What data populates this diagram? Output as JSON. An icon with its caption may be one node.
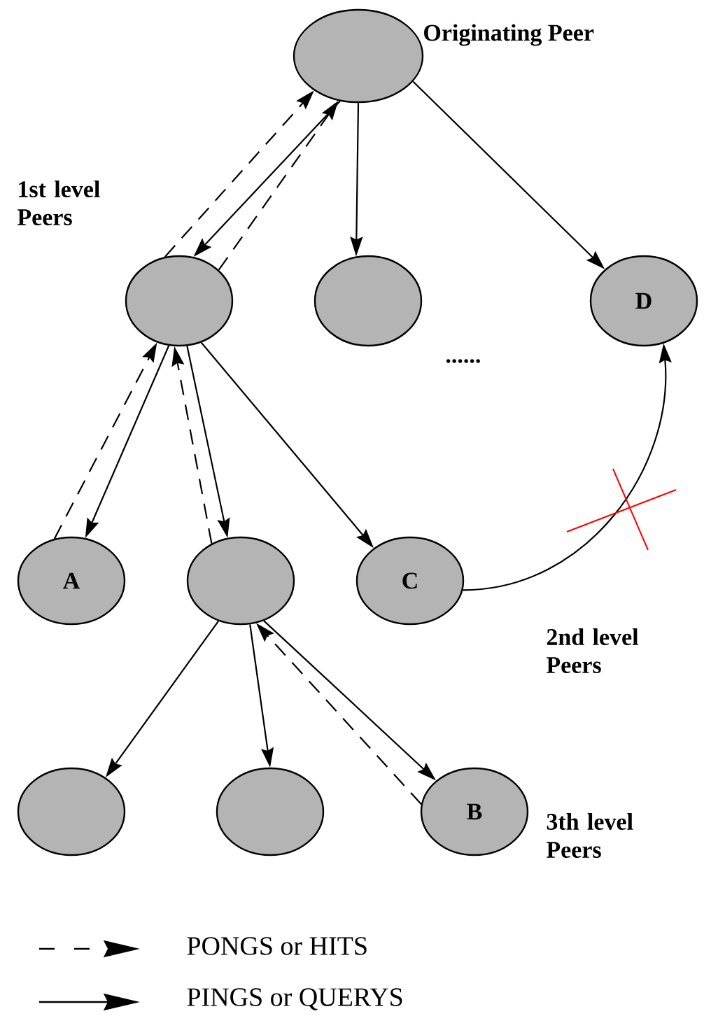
{
  "diagram": {
    "nodes": [
      {
        "text": [],
        "shape": "circle",
        "beside": [
          "Originating Peer"
        ]
      },
      {
        "text": [],
        "shape": "circle"
      },
      {
        "text": [],
        "shape": "circle"
      },
      {
        "text": [
          "D"
        ]
      },
      {
        "text": [
          "A"
        ]
      },
      {
        "text": [],
        "shape": "circle"
      },
      {
        "text": [
          "C"
        ]
      },
      {
        "text": [],
        "shape": "circle"
      },
      {
        "text": [],
        "shape": "circle"
      },
      {
        "text": [
          "B"
        ]
      }
    ],
    "edges": [
      {
        "from": 0,
        "to": 1,
        "arrow": "to"
      },
      {
        "from": 1,
        "to": 0,
        "arrow": "to",
        "style": "dashed"
      },
      {
        "from": 1,
        "to": 0,
        "arrow": "to",
        "style": "dashed"
      },
      {
        "from": 0,
        "to": 2,
        "arrow": "to"
      },
      {
        "from": 0,
        "to": 3,
        "arrow": "to"
      },
      {
        "from": 1,
        "to": 4,
        "arrow": "to"
      },
      {
        "from": 4,
        "to": 1,
        "arrow": "to",
        "style": "dashed"
      },
      {
        "from": 5,
        "to": 1,
        "arrow": "to",
        "style": "dashed"
      },
      {
        "from": 1,
        "to": 5,
        "arrow": "to"
      },
      {
        "from": 1,
        "to": 6,
        "arrow": "to"
      },
      {
        "from": 6,
        "to": 3,
        "arrow": "to"
      },
      {
        "from": 5,
        "to": 7,
        "arrow": "to"
      },
      {
        "from": 5,
        "to": 8,
        "arrow": "to"
      },
      {
        "from": 5,
        "to": 9,
        "arrow": "to"
      },
      {
        "from": 9,
        "to": 5,
        "arrow": "to",
        "style": "dashed"
      }
    ],
    "labels": [
      "1st level Peers",
      "......",
      "2nd level Peers",
      "3th level Peers"
    ],
    "legend": [
      {
        "text": "PONGS or HITS"
      },
      {
        "text": "PINGS or QUERYS"
      }
    ]
  }
}
